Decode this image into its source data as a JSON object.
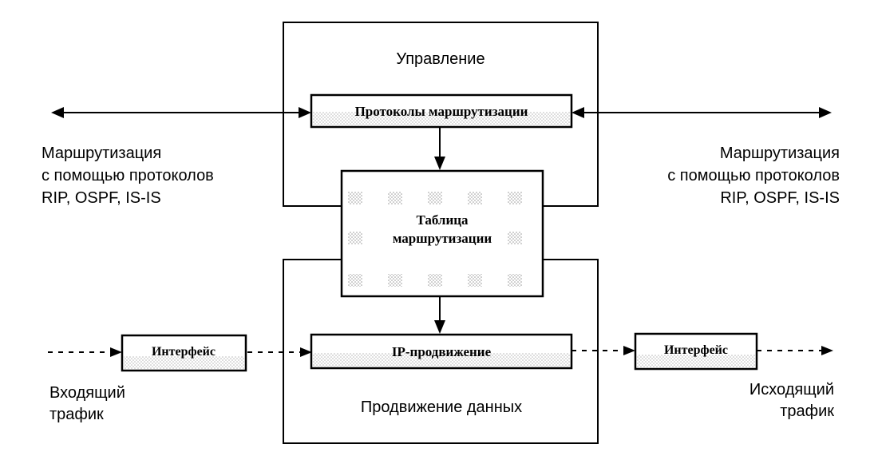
{
  "diagram": {
    "control_plane_title": "Управление",
    "routing_protocols_label": "Протоколы маршрутизации",
    "routing_table_line1": "Таблица",
    "routing_table_line2": "маршрутизации",
    "ip_forwarding_label": "IP-продвижение",
    "data_plane_title": "Продвижение данных",
    "left_interface_label": "Интерфейс",
    "right_interface_label": "Интерфейс",
    "left_routing_note": [
      "Маршрутизация",
      "с помощью протоколов",
      "RIP, OSPF, IS-IS"
    ],
    "right_routing_note": [
      "Маршрутизация",
      "с помощью протоколов",
      "RIP, OSPF, IS-IS"
    ],
    "incoming_traffic": [
      "Входящий",
      "трафик"
    ],
    "outgoing_traffic": [
      "Исходящий",
      "трафик"
    ]
  },
  "colors": {
    "line": "#000000",
    "stipple": "#b0b0b0",
    "background": "#ffffff"
  }
}
